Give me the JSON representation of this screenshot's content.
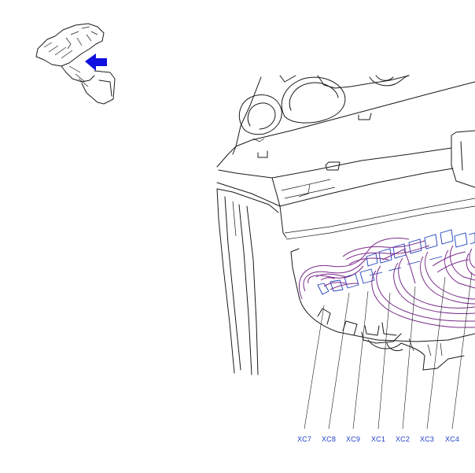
{
  "callouts": [
    {
      "id": "XC7",
      "label": "XC7"
    },
    {
      "id": "XC8",
      "label": "XC8"
    },
    {
      "id": "XC9",
      "label": "XC9"
    },
    {
      "id": "XC1",
      "label": "XC1"
    },
    {
      "id": "XC2",
      "label": "XC2"
    },
    {
      "id": "XC3",
      "label": "XC3"
    },
    {
      "id": "XC4",
      "label": "XC4"
    }
  ],
  "colors": {
    "callout_text": "#1f3fc8",
    "locator_arrow": "#1010e0",
    "harness_wires": "#7a2a8a",
    "connectors": "#1f3fbf",
    "line_art": "#1a1a1a"
  },
  "icons": {
    "locator": "location-thumbnail-with-arrow"
  }
}
